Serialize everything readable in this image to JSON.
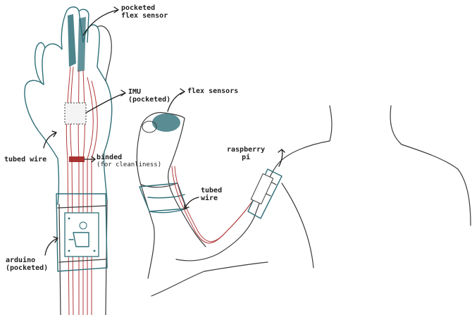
{
  "labels": {
    "pocketed_flex_sensor": [
      "pocketed",
      "flex sensor"
    ],
    "imu": [
      "IMU",
      "(pocketed)"
    ],
    "tubed_wire_left": "tubed wire",
    "binded": "binded",
    "binded_note": "(for cleanliness)",
    "arduino": [
      "arduino",
      "(pocketed)"
    ],
    "flex_sensors": "flex sensors",
    "raspberry_pi": [
      "raspberry",
      "pi"
    ],
    "tubed_wire_right": [
      "tubed",
      "wire"
    ]
  },
  "colors": {
    "outline": "#3a3a3a",
    "sensor_teal": "#2f6f78",
    "wire_red": "#b03a3a",
    "band_blue": "#5a8c96",
    "binding": "#a83232"
  }
}
